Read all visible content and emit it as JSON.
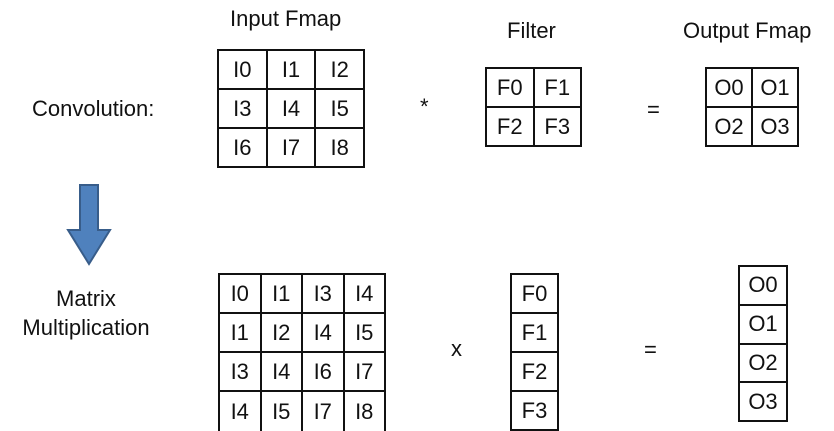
{
  "convolution": {
    "label": "Convolution:",
    "input_title": "Input Fmap",
    "filter_title": "Filter",
    "output_title": "Output Fmap",
    "operator": "*",
    "equals": "=",
    "input_cells": [
      "I0",
      "I1",
      "I2",
      "I3",
      "I4",
      "I5",
      "I6",
      "I7",
      "I8"
    ],
    "filter_cells": [
      "F0",
      "F1",
      "F2",
      "F3"
    ],
    "output_cells": [
      "O0",
      "O1",
      "O2",
      "O3"
    ]
  },
  "matrix": {
    "label_line1": "Matrix",
    "label_line2": "Multiplication",
    "operator": "x",
    "equals": "=",
    "input_cells": [
      "I0",
      "I1",
      "I3",
      "I4",
      "I1",
      "I2",
      "I4",
      "I5",
      "I3",
      "I4",
      "I6",
      "I7",
      "I4",
      "I5",
      "I7",
      "I8"
    ],
    "filter_cells": [
      "F0",
      "F1",
      "F2",
      "F3"
    ],
    "output_cells": [
      "O0",
      "O1",
      "O2",
      "O3"
    ]
  },
  "colors": {
    "arrow_fill": "#4f81bd",
    "arrow_stroke": "#385d8a",
    "grid_line": "#111111"
  },
  "icons": {
    "transform_arrow": "down-arrow-icon"
  }
}
